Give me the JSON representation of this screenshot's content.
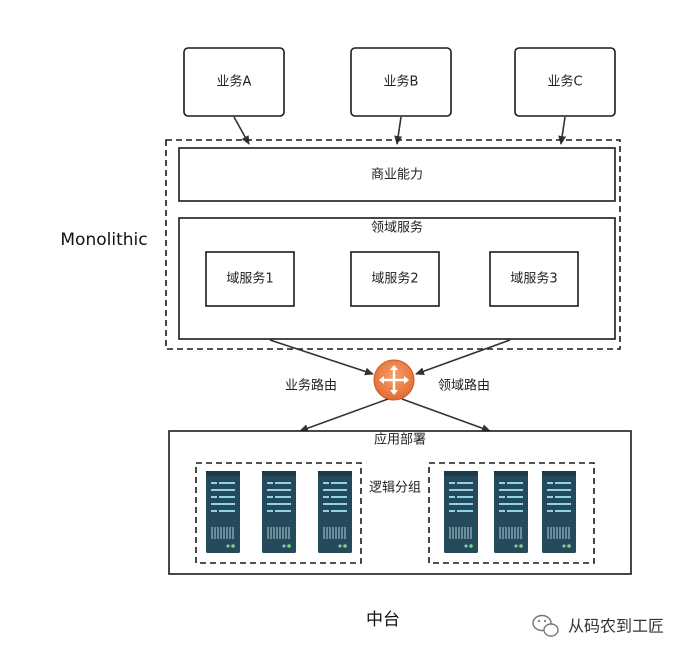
{
  "business": [
    "业务A",
    "业务B",
    "业务C"
  ],
  "monolithic_label": "Monolithic",
  "capability": "商业能力",
  "domain_services_title": "领域服务",
  "domain_services": [
    "域服务1",
    "域服务2",
    "域服务3"
  ],
  "route_left": "业务路由",
  "route_right": "领域路由",
  "deploy_title": "应用部署",
  "logic_group": "逻辑分组",
  "platform_label": "中台",
  "watermark": "从码农到工匠",
  "colors": {
    "router": "#f0824a",
    "server": "#244a5c",
    "server_accent": "#8fd3e8",
    "led": "#6be06b"
  },
  "icons": {
    "router": "router-icon",
    "server": "server-rack-icon",
    "watermark": "wechat-icon"
  }
}
